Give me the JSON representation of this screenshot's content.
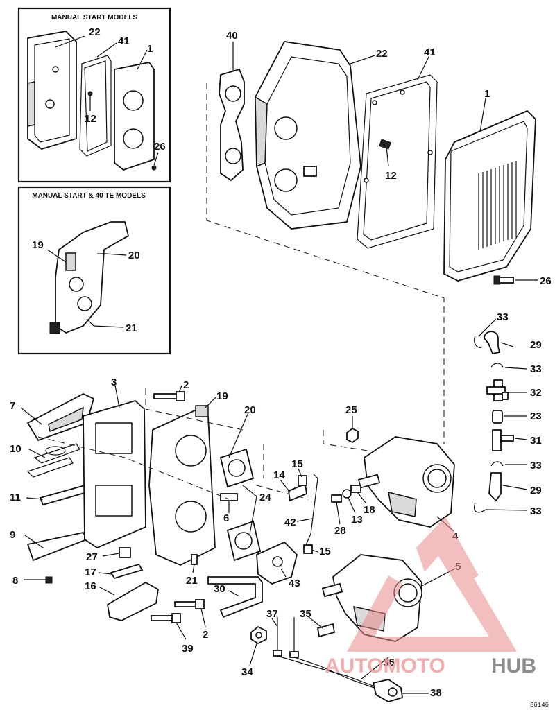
{
  "insets": [
    {
      "title": "MANUAL START MODELS",
      "callouts": [
        "22",
        "41",
        "1",
        "12",
        "26"
      ]
    },
    {
      "title": "MANUAL START & 40 TE MODELS",
      "callouts": [
        "19",
        "20",
        "21"
      ]
    }
  ],
  "callouts": {
    "c40": "40",
    "c22": "22",
    "c41": "41",
    "c1": "1",
    "c12": "12",
    "c26": "26",
    "c33a": "33",
    "c29a": "29",
    "c33b": "33",
    "c32": "32",
    "c23": "23",
    "c31": "31",
    "c33c": "33",
    "c29b": "29",
    "c33d": "33",
    "c3": "3",
    "c2a": "2",
    "c19": "19",
    "c20": "20",
    "c7": "7",
    "c10": "10",
    "c11": "11",
    "c9": "9",
    "c8": "8",
    "c27": "27",
    "c17": "17",
    "c16": "16",
    "c6": "6",
    "c24": "24",
    "c21": "21",
    "c2b": "2",
    "c39": "39",
    "c30": "30",
    "c43": "43",
    "c25": "25",
    "c15a": "15",
    "c14": "14",
    "c18": "18",
    "c13": "13",
    "c28": "28",
    "c42": "42",
    "c15b": "15",
    "c4": "4",
    "c5": "5",
    "c37": "37",
    "c35": "35",
    "c36": "36",
    "c34": "34",
    "c38": "38"
  },
  "watermark": {
    "word1": "AUTOMOTO",
    "word2": "HUB",
    "color1": "#f0a0a0",
    "color2": "#7a7a7a"
  },
  "figure_code": "86146"
}
